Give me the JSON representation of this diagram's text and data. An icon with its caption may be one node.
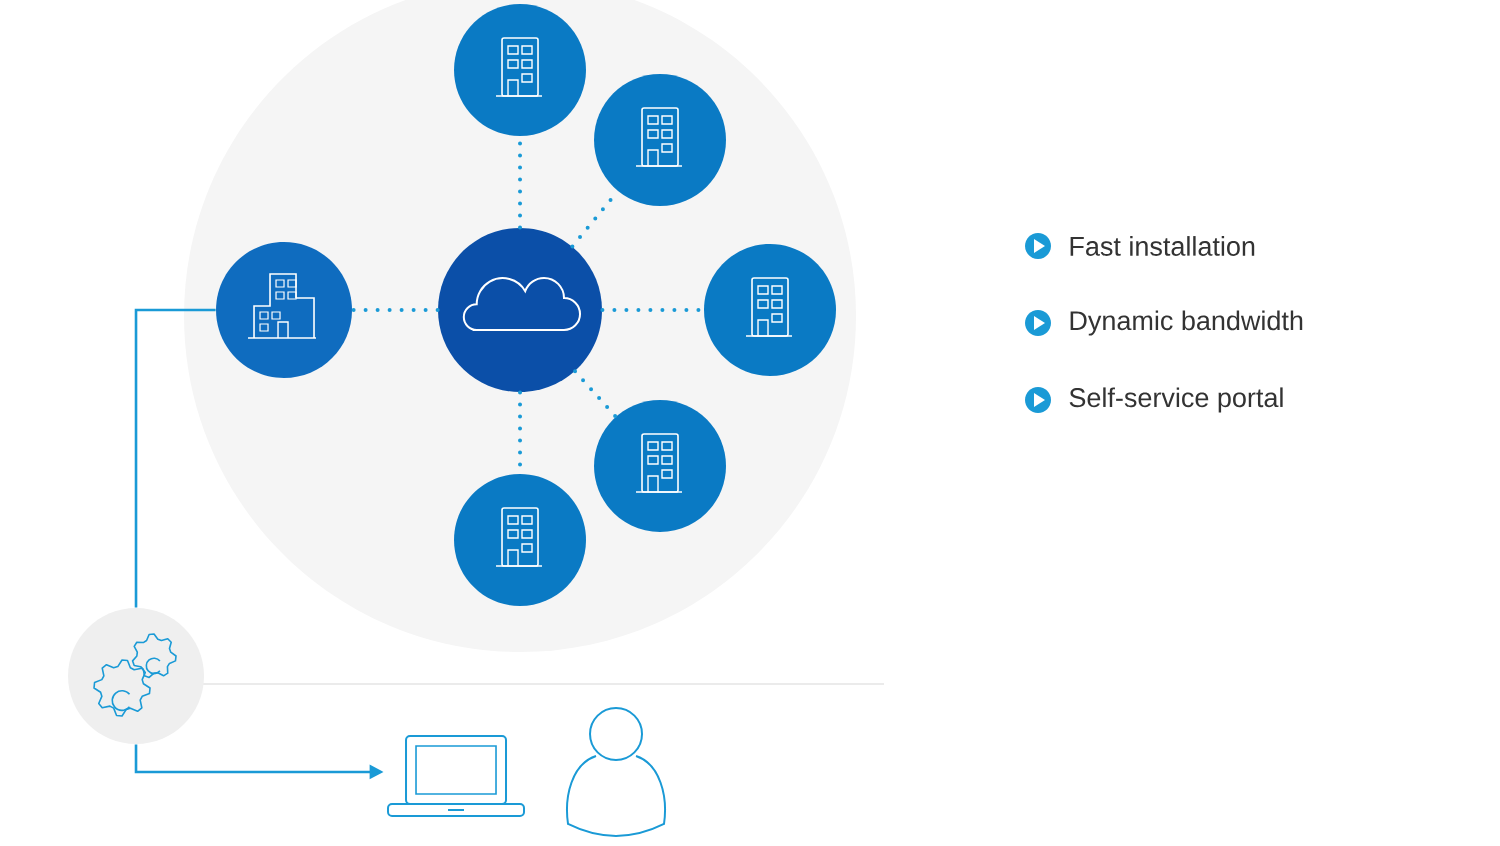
{
  "diagram": {
    "nodes": [
      {
        "text": [],
        "shape": "circle"
      },
      {
        "text": [],
        "shape": "circle"
      },
      {
        "text": [],
        "shape": "circle"
      },
      {
        "text": [],
        "shape": "circle"
      },
      {
        "text": [],
        "shape": "circle"
      },
      {
        "text": [],
        "shape": "circle"
      },
      {
        "text": [],
        "shape": "circle"
      },
      {
        "text": [],
        "shape": "circle"
      },
      {
        "text": [],
        "shape": "laptop"
      },
      {
        "text": [],
        "shape": "person"
      }
    ],
    "edges": [
      {
        "from": 0,
        "to": 1,
        "arrow": "none",
        "style": "dashed"
      },
      {
        "from": 0,
        "to": 2,
        "arrow": "none",
        "style": "dashed"
      },
      {
        "from": 0,
        "to": 3,
        "arrow": "none",
        "style": "dashed"
      },
      {
        "from": 0,
        "to": 4,
        "arrow": "none",
        "style": "dashed"
      },
      {
        "from": 0,
        "to": 5,
        "arrow": "none",
        "style": "dashed"
      },
      {
        "from": 0,
        "to": 6,
        "arrow": "none",
        "style": "dashed"
      },
      {
        "from": 1,
        "to": 7,
        "arrow": "none"
      },
      {
        "from": 7,
        "to": 8,
        "arrow": "to"
      }
    ],
    "labels": [
      "Fast installation",
      "Dynamic bandwidth",
      "Self-service portal"
    ]
  }
}
